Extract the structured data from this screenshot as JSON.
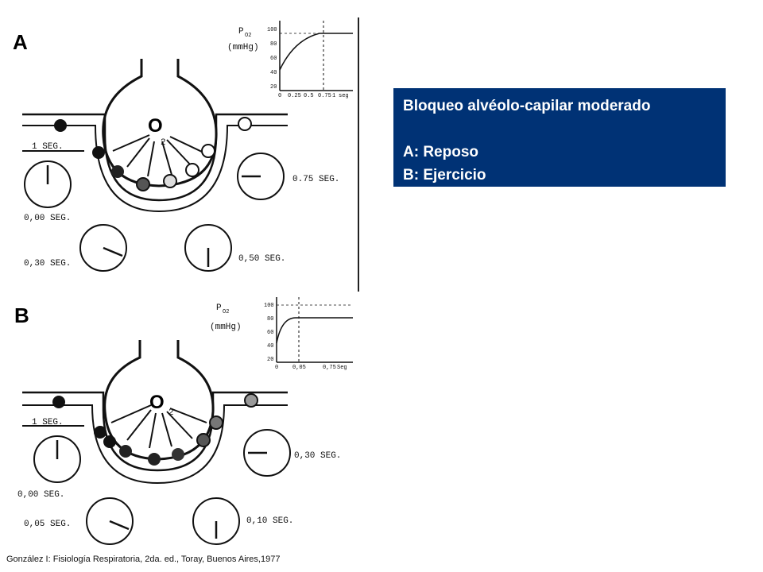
{
  "caption": {
    "title": "Bloqueo alvéolo-capilar moderado",
    "line_a": "A: Reposo",
    "line_b": "B: Ejercicio",
    "background": "#003275",
    "text_color": "#ffffff"
  },
  "citation": "González I: Fisiología Respiratoria, 2da. ed., Toray, Buenos Aires,1977",
  "panel_a": {
    "letter": "A",
    "gas_label": "O",
    "gas_subscript": "2",
    "inset": {
      "ylabel_main": "P",
      "ylabel_sub": "O2",
      "ylabel_unit": "(mmHg)",
      "yticks": [
        "100",
        "80",
        "60",
        "40",
        "20"
      ],
      "xticks": [
        "0",
        "0.25",
        "0.5",
        "0.75",
        "1"
      ],
      "xunit": "seg"
    },
    "clock_labels": [
      "1 SEG.",
      "0,00 SEG.",
      "0,30 SEG.",
      "0,50 SEG.",
      "0.75 SEG."
    ]
  },
  "panel_b": {
    "letter": "B",
    "gas_label": "O",
    "gas_subscript": "2",
    "inset": {
      "ylabel_main": "P",
      "ylabel_sub": "O2",
      "ylabel_unit": "(mmHg)",
      "yticks": [
        "100",
        "80",
        "60",
        "40",
        "20"
      ],
      "xticks": [
        "0",
        "0,05",
        "0,75"
      ],
      "xunit": "Seg"
    },
    "clock_labels": [
      "1 SEG.",
      "0,00 SEG.",
      "0,05 SEG.",
      "0,10 SEG.",
      "0,30 SEG."
    ]
  }
}
